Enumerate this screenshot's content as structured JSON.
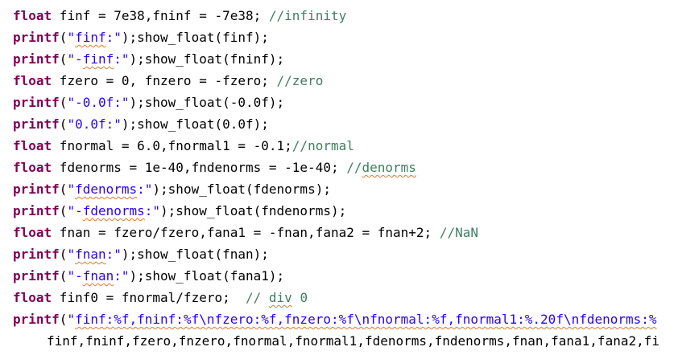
{
  "editor": {
    "lines": [
      [
        {
          "t": "float",
          "c": "kw"
        },
        {
          "t": " finf = 7e38,fninf = -7e38; "
        },
        {
          "t": "//infinity",
          "c": "cm"
        }
      ],
      [
        {
          "t": "printf",
          "c": "fn"
        },
        {
          "t": "("
        },
        {
          "t": "\"",
          "c": "str"
        },
        {
          "t": "finf",
          "c": "str sq"
        },
        {
          "t": ":\"",
          "c": "str"
        },
        {
          "t": ");show_float(finf);"
        }
      ],
      [
        {
          "t": "printf",
          "c": "fn"
        },
        {
          "t": "("
        },
        {
          "t": "\"-",
          "c": "str"
        },
        {
          "t": "finf",
          "c": "str sq"
        },
        {
          "t": ":\"",
          "c": "str"
        },
        {
          "t": ");show_float(fninf);"
        }
      ],
      [
        {
          "t": "float",
          "c": "kw"
        },
        {
          "t": " fzero = 0, fnzero = -fzero; "
        },
        {
          "t": "//zero",
          "c": "cm"
        }
      ],
      [
        {
          "t": "printf",
          "c": "fn"
        },
        {
          "t": "("
        },
        {
          "t": "\"-0.0f:\"",
          "c": "str"
        },
        {
          "t": ");show_float(-0.0f);"
        }
      ],
      [
        {
          "t": "printf",
          "c": "fn"
        },
        {
          "t": "("
        },
        {
          "t": "\"0.0f:\"",
          "c": "str"
        },
        {
          "t": ");show_float(0.0f);"
        }
      ],
      [
        {
          "t": "float",
          "c": "kw"
        },
        {
          "t": " fnormal = 6.0,fnormal1 = -0.1;"
        },
        {
          "t": "//normal",
          "c": "cm"
        }
      ],
      [
        {
          "t": "float",
          "c": "kw"
        },
        {
          "t": " fdenorms = 1e-40,fndenorms = -1e-40; "
        },
        {
          "t": "//",
          "c": "cm"
        },
        {
          "t": "denorms",
          "c": "cm sq"
        }
      ],
      [
        {
          "t": "printf",
          "c": "fn"
        },
        {
          "t": "("
        },
        {
          "t": "\"",
          "c": "str"
        },
        {
          "t": "fdenorms",
          "c": "str sq"
        },
        {
          "t": ":\"",
          "c": "str"
        },
        {
          "t": ");show_float(fdenorms);"
        }
      ],
      [
        {
          "t": "printf",
          "c": "fn"
        },
        {
          "t": "("
        },
        {
          "t": "\"-",
          "c": "str"
        },
        {
          "t": "fdenorms",
          "c": "str sq"
        },
        {
          "t": ":\"",
          "c": "str"
        },
        {
          "t": ");show_float(fndenorms);"
        }
      ],
      [
        {
          "t": "float",
          "c": "kw"
        },
        {
          "t": " fnan = fzero/fzero,fana1 = -fnan,fana2 = fnan+2; "
        },
        {
          "t": "//NaN",
          "c": "cm"
        }
      ],
      [
        {
          "t": "printf",
          "c": "fn"
        },
        {
          "t": "("
        },
        {
          "t": "\"",
          "c": "str"
        },
        {
          "t": "fnan",
          "c": "str sq"
        },
        {
          "t": ":\"",
          "c": "str"
        },
        {
          "t": ");show_float(fnan);"
        }
      ],
      [
        {
          "t": "printf",
          "c": "fn"
        },
        {
          "t": "("
        },
        {
          "t": "\"-",
          "c": "str"
        },
        {
          "t": "fnan",
          "c": "str sq"
        },
        {
          "t": ":\"",
          "c": "str"
        },
        {
          "t": ");show_float(fana1);"
        }
      ],
      [
        {
          "t": "float",
          "c": "kw"
        },
        {
          "t": " finf0 = fnormal/fzero;  "
        },
        {
          "t": "// ",
          "c": "cm"
        },
        {
          "t": "div",
          "c": "cm sq"
        },
        {
          "t": " 0",
          "c": "cm"
        }
      ],
      [
        {
          "t": "printf",
          "c": "fn"
        },
        {
          "t": "("
        },
        {
          "t": "\"",
          "c": "str"
        },
        {
          "t": "finf:%f,fninf:%f\\nfzero:%f,fnzero:%f\\nfnormal:%f,fnormal1:%.20f\\nfdenorms:%",
          "c": "str sq"
        }
      ],
      [
        {
          "t": "finf,fninf,fzero,fnzero,fnormal,fnormal1,fdenorms,fndenorms,fnan,fana1,fana2,fi"
        }
      ]
    ]
  }
}
